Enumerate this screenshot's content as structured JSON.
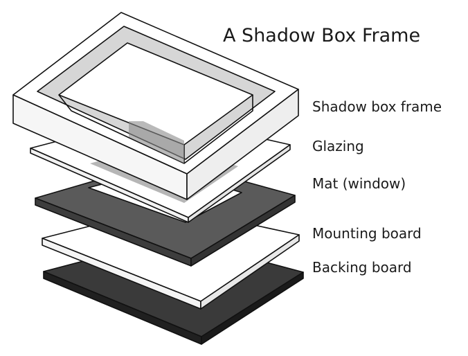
{
  "title": "A Shadow Box Frame",
  "labels": {
    "frame": "Shadow box frame",
    "glazing": "Glazing",
    "mat": "Mat (window)",
    "mounting": "Mounting board",
    "backing": "Backing board"
  },
  "colors": {
    "backing_top": "#3a3a3a",
    "backing_side": "#202020",
    "mounting": "#ffffff",
    "mat_top": "#5a5a5a",
    "mat_side": "#3d3d3d",
    "glazing_tint": "#7a7a7a",
    "frame": "#ffffff",
    "frame_inner_band": "#d6d6d6",
    "outline": "#111111"
  }
}
